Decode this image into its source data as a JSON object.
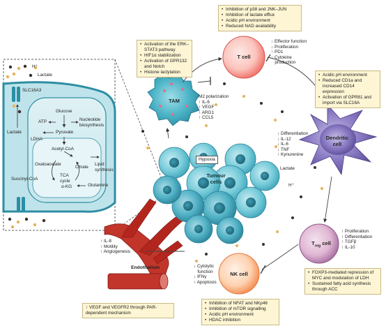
{
  "cells": {
    "t_cell": "T cell",
    "tam": "TAM",
    "dendritic": "Dendritic cell",
    "treg_main": "T",
    "treg_sub": "reg",
    "treg_suffix": "cell",
    "nk": "NK cell",
    "tumour": "Tumour cells",
    "hypoxia": "Hypoxia",
    "endothelium": "Endothelium"
  },
  "boxes": {
    "t_cell": [
      "Inhibition of p38 and JNK–JUN",
      "Inhibition of lactate efflux",
      "Acidic pH environment",
      "Reduced NAD availability"
    ],
    "tam": [
      "Activation of the ERK–STAT3 pathway",
      "HIF1α stabilization",
      "Activation of GPR132 and Notch",
      "Histone lactylation"
    ],
    "dendritic": [
      "Acidic pH environment",
      "Reduced CD1a and increased CD14 expression",
      "Activation of GPR81 and import via SLC16A"
    ],
    "treg": [
      "FOXP3-mediated repression of MYC and modulation of LDH",
      "Sustained fatty acid synthesis through ACC"
    ],
    "nk": [
      "Inhibition of NFAT and NKp46",
      "Inhibition of mTOR signalling",
      "Acidic pH environment",
      "HDAC inhibition"
    ],
    "vegf": "↑ VEGF and VEGFR2 through PAR-dependent mechanism"
  },
  "effects": {
    "t_cell": [
      "↓ Effector function",
      "↓ Proliferation",
      "↑ PD1",
      "↓ Cytokine",
      "   production"
    ],
    "tam": [
      "M2 polarization",
      "↑ IL-6",
      "↑ VEGF",
      "↑ ARG1",
      "↑ CCL5"
    ],
    "dendritic": [
      "↓ Differentiation",
      "↓ IL-12",
      "↓ IL-6",
      "↓ TNF",
      "↑ Kynurenine"
    ],
    "treg": [
      "↑ Proliferation",
      "↑ Differentiation",
      "↑ TGFβ",
      "↑ IL-10"
    ],
    "nk": [
      "↓ Cytolytic",
      "   function",
      "↓ IFNγ",
      "↑ Apoptosis"
    ],
    "endothelium": [
      "↑ IL-8",
      "↑ Motility",
      "↑ Angiogenesis"
    ]
  },
  "metabolism": {
    "h_plus": "H⁺",
    "lactate_out": "Lactate",
    "transporter": "SLC16A3",
    "glucose": "Glucose",
    "atp": "ATP",
    "nucleotide": "Nucleotide biosynthesis",
    "lactate_in": "Lactate",
    "pyruvate": "Pyruvate",
    "ldha": "LDHA",
    "acetyl_coa": "Acetyl-CoA",
    "oxaloacetate": "Oxaloacetate",
    "citrate": "Citrate",
    "lipid": "Lipid synthesis",
    "tca": "TCA cycle",
    "succinyl": "Succinyl-CoA",
    "akg": "α-KG",
    "glutamine": "Glutamine"
  },
  "free_labels": {
    "lactate_mid": "Lactate",
    "h_mid": "H⁺"
  },
  "colors": {
    "box_fill": "#fdf5d3",
    "t_cell": "#f26d6d",
    "tam": "#3fa9bd",
    "dendritic": "#6a5aa7",
    "treg": "#a46c9f",
    "nk": "#f79a5c",
    "tumour": "#5bbccc",
    "vessel": "#b3261e"
  }
}
